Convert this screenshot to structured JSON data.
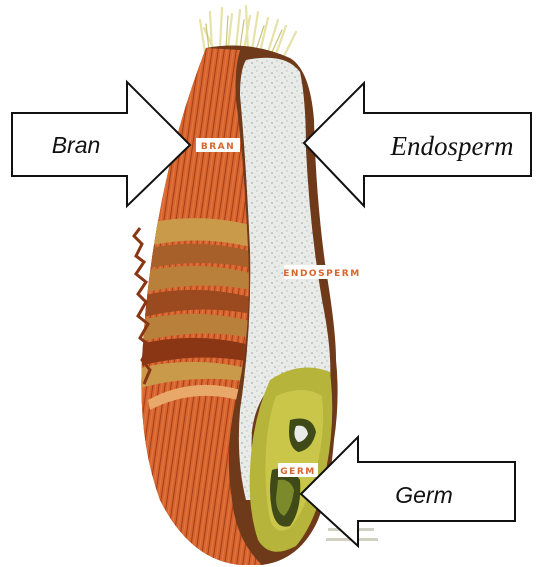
{
  "arrows": {
    "bran": "Bran",
    "endosperm": "Endosperm",
    "germ": "Germ"
  },
  "tags": {
    "bran": "BRAN",
    "endosperm": "ENDOSPERM",
    "germ": "GERM"
  },
  "colors": {
    "bran_fill": "#d8642e",
    "bran_stripe": "#9c3a17",
    "bran_dark": "#8a3514",
    "layer_band": "#b8803a",
    "endosperm_fill": "#e9ebe9",
    "endosperm_speckle": "#a9afb0",
    "germ_fill": "#b6b43a",
    "germ_dark": "#3f4a18",
    "hull_outline": "#6e3a1a",
    "tag_bg": "#ffffff",
    "tag_text": "#d8642e",
    "brush": "#e6e2a8"
  }
}
